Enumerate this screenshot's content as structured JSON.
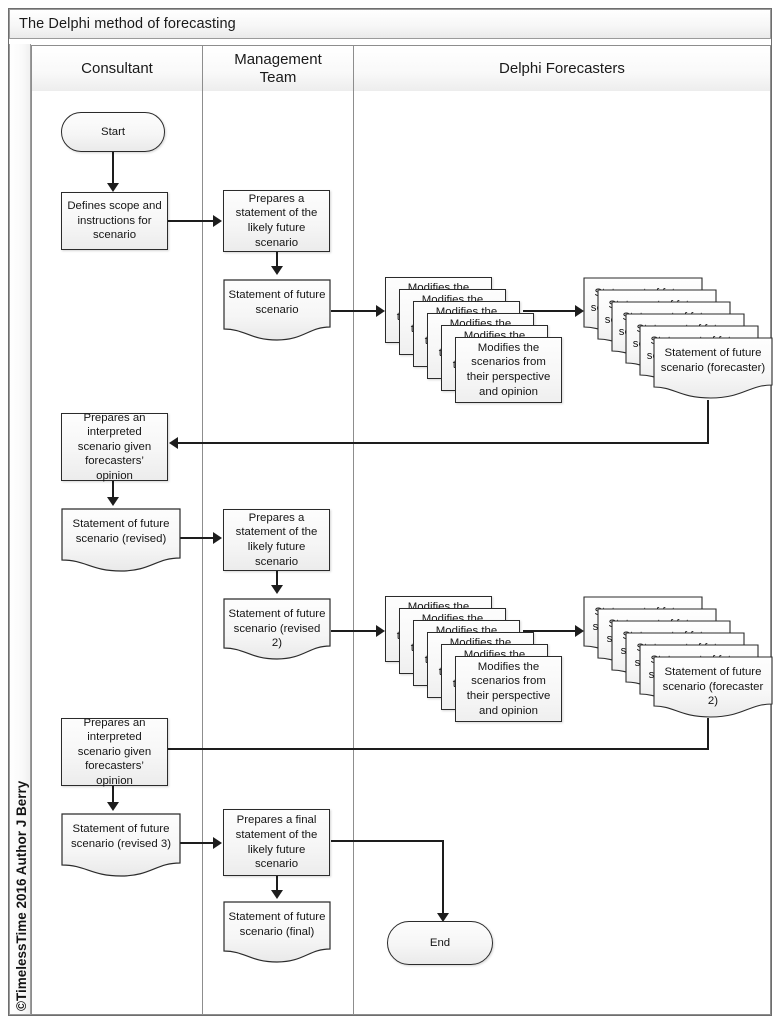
{
  "document": {
    "title": "The Delphi method of forecasting",
    "copyright": "©TimelessTime 2016 Author J Berry"
  },
  "lanes": [
    {
      "id": "consultant",
      "label": "Consultant"
    },
    {
      "id": "management-team",
      "label": "Management\nTeam"
    },
    {
      "id": "delphi-forecasters",
      "label": "Delphi Forecasters"
    }
  ],
  "lane_labels": {
    "consultant": "Consultant",
    "management_line1": "Management",
    "management_line2": "Team",
    "forecasters": "Delphi Forecasters"
  },
  "nodes": {
    "start": "Start",
    "end": "End",
    "defines_scope": "Defines scope and instructions for scenario",
    "prepares_statement_1": "Prepares a statement of the likely future scenario",
    "statement_future_1": "Statement of future scenario",
    "modifies_1": "Modifies the scenarios from their perspective and opinion",
    "statement_forecaster_1": "Statement of future scenario (forecaster)",
    "prepares_interpreted_1": "Prepares an interpreted scenario given forecasters’ opinion",
    "statement_revised_1": "Statement of future scenario (revised)",
    "prepares_statement_2": "Prepares a statement of the likely future scenario",
    "statement_revised_2": "Statement of future scenario (revised 2)",
    "modifies_2": "Modifies the scenarios from their perspective and opinion",
    "statement_forecaster_2": "Statement of future scenario (forecaster 2)",
    "prepares_interpreted_2": "Prepares an interpreted scenario given forecasters’ opinion",
    "statement_revised_3": "Statement of future scenario (revised 3)",
    "prepares_final": "Prepares a final statement of the likely future scenario",
    "statement_final": "Statement of future scenario (final)"
  },
  "stacks": {
    "modifies_1_count": 6,
    "statement_forecaster_1_count": 6,
    "modifies_2_count": 6,
    "statement_forecaster_2_count": 6
  },
  "colors": {
    "frame_border": "#6e6e6e",
    "lane_border": "#8d8d8d",
    "shape_border": "#2b2b2b",
    "connector": "#1d1d1d",
    "shape_fill_top": "#fdfdfd",
    "shape_fill_bottom": "#ececec",
    "page_background": "#ffffff",
    "text": "#151515"
  }
}
